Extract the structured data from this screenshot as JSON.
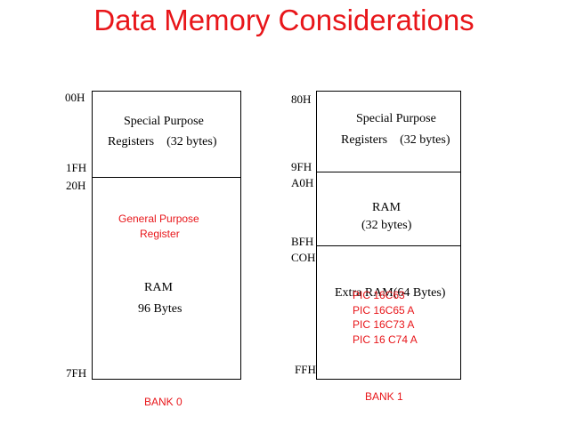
{
  "title": "Data Memory Considerations",
  "bank0": {
    "label": "BANK 0",
    "addresses": {
      "start": "00H",
      "end_spr": "1FH",
      "start_ram": "20H",
      "end": "7FH"
    },
    "spr": {
      "line1": "Special Purpose",
      "line2": "Registers    (32 bytes)"
    },
    "gpr": {
      "line1": "General Purpose",
      "line2": "Register"
    },
    "ram": {
      "line1": "RAM",
      "line2": "96 Bytes"
    }
  },
  "bank1": {
    "label": "BANK 1",
    "addresses": {
      "start": "80H",
      "end_spr": "9FH",
      "start_ram": "A0H",
      "end_ram": "BFH",
      "start_extra": "COH",
      "end": "FFH"
    },
    "spr": {
      "line1": "Special Purpose",
      "line2": "Registers    (32 bytes)"
    },
    "ram": {
      "line1": "RAM",
      "line2": "(32 bytes)"
    },
    "extra": {
      "label": "Extra RAM(64 Bytes)"
    },
    "devices": [
      "PIC 16C63",
      "PIC 16C65 A",
      "PIC 16C73 A",
      "PIC 16 C74 A"
    ]
  },
  "colors": {
    "title": "#e8161a",
    "annotation": "#e8161a",
    "lines": "#000000"
  }
}
